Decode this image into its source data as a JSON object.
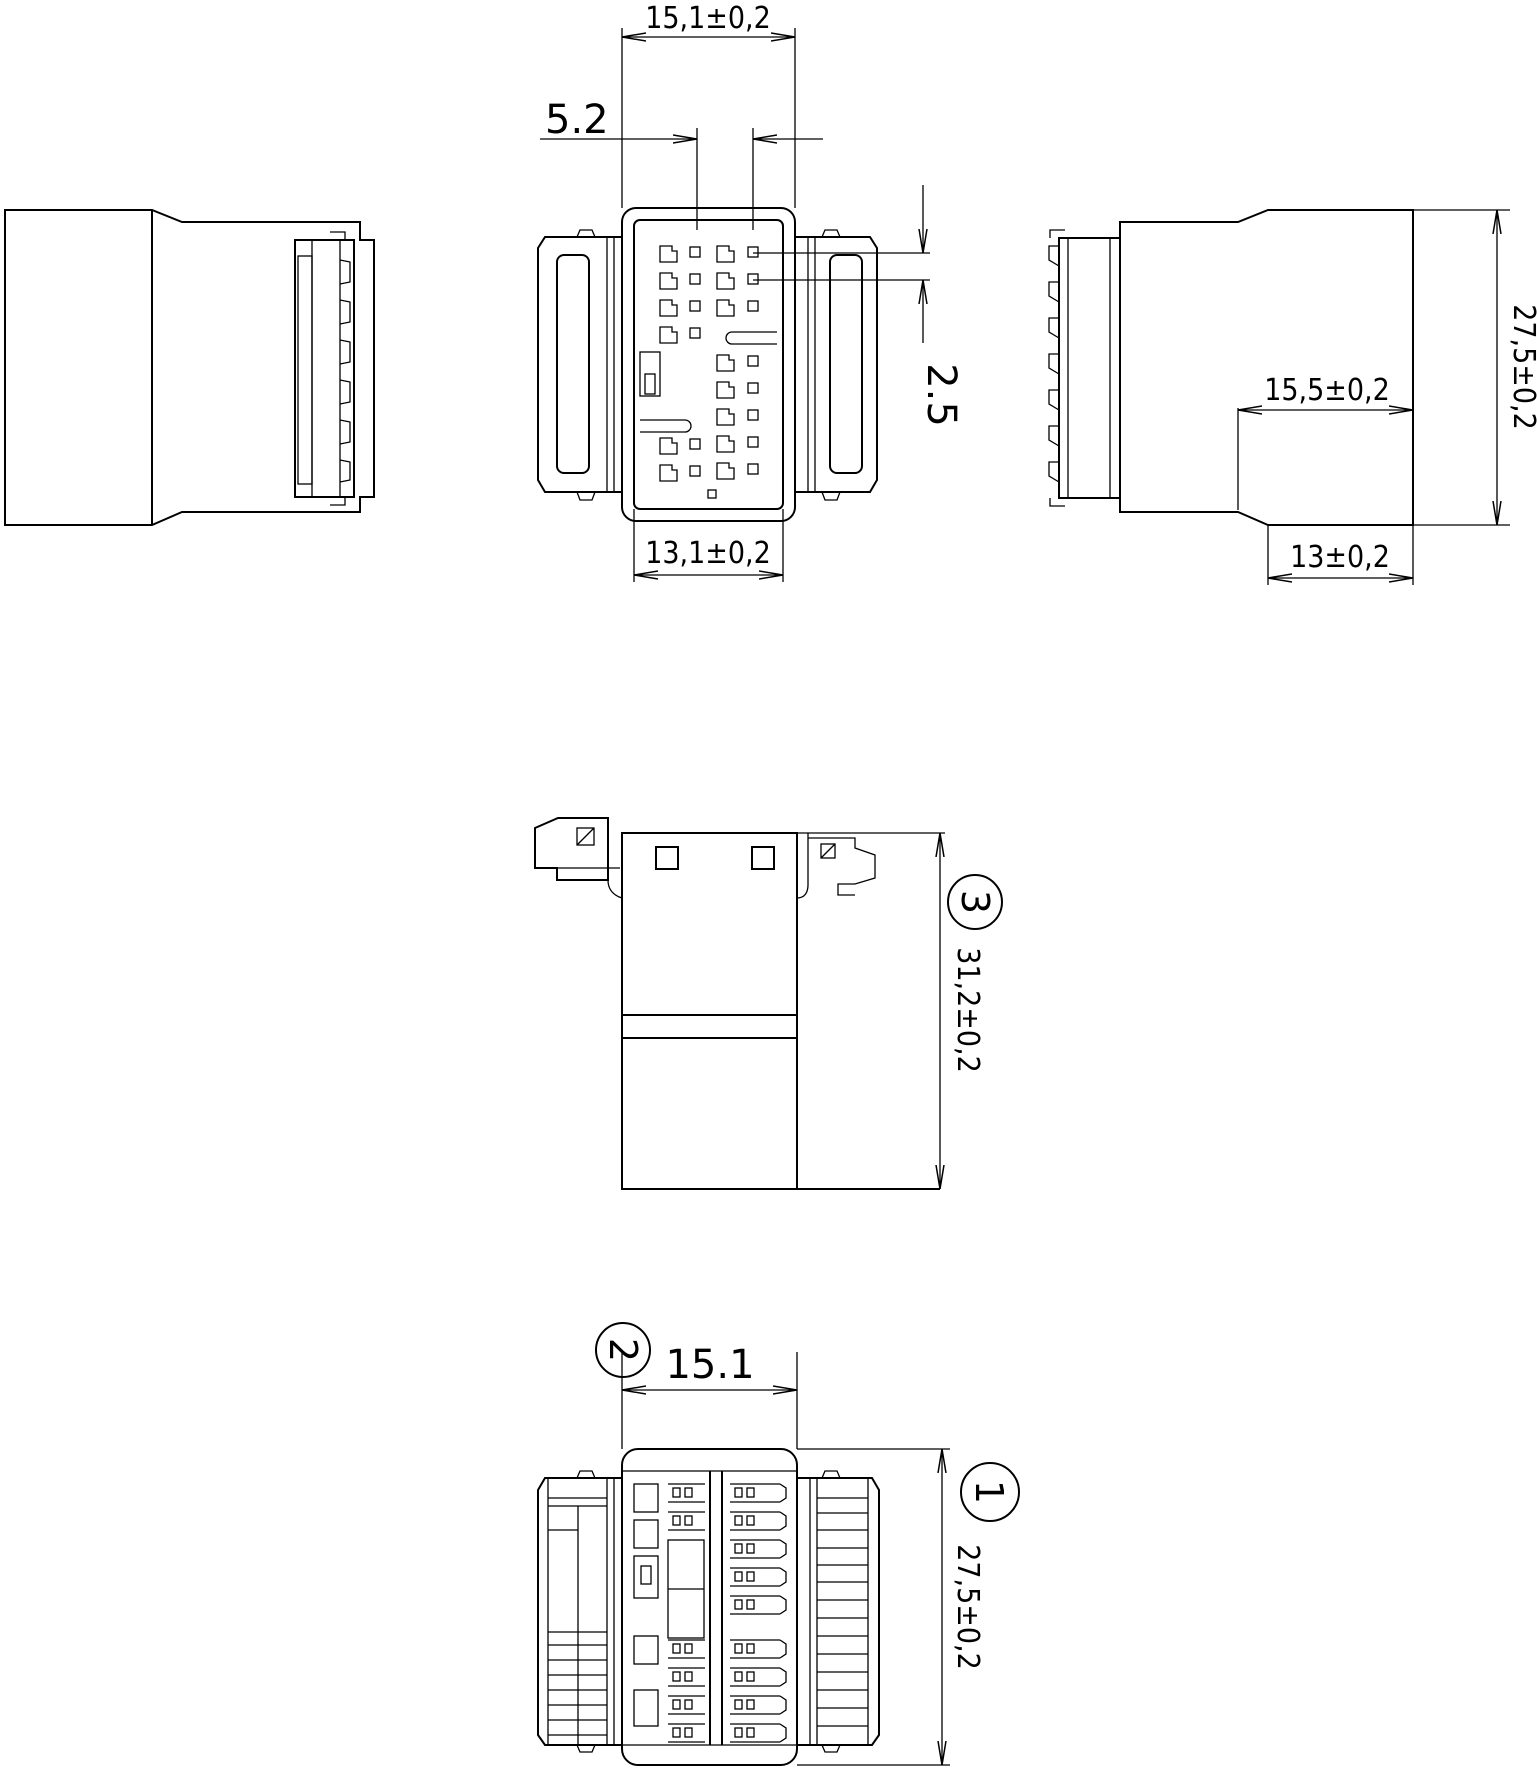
{
  "dimensions": {
    "top_width": "15,1±0,2",
    "pitch_horizontal": "5.2",
    "pitch_vertical": "2.5",
    "inner_width": "13,1±0,2",
    "height_side": "27,5±0,2",
    "side_depth_upper": "15,5±0,2",
    "side_depth_lower": "13±0,2",
    "length_top_view": "31,2±0,2",
    "bottom_width": "15.1",
    "bottom_height": "27,5±0,2"
  },
  "balloons": {
    "b1": "1",
    "b2": "2",
    "b3": "3"
  }
}
